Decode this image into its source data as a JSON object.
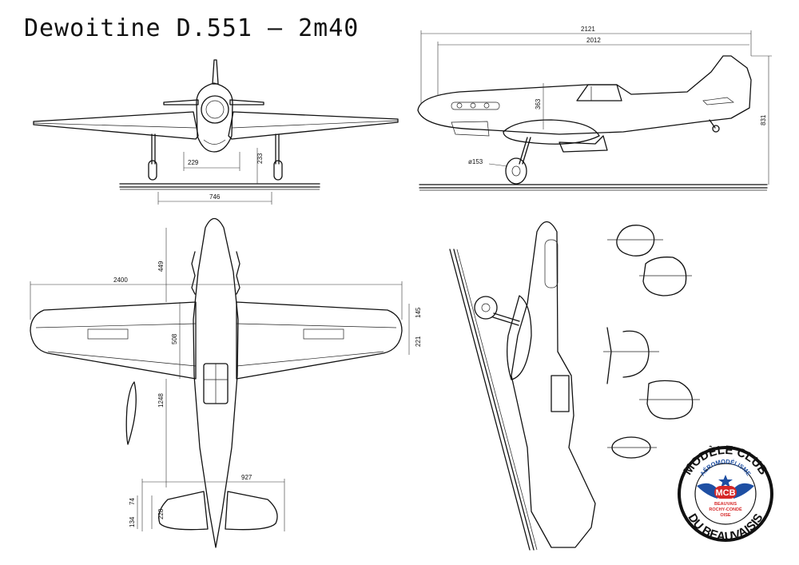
{
  "title": "Dewoitine D.551  –  2m40",
  "dimensions": {
    "front_track": "229",
    "front_gear_height": "233",
    "front_ground": "746",
    "side_length_total": "2121",
    "side_length_fuselage": "2012",
    "side_canopy_height": "363",
    "side_height": "831",
    "side_wheel": "ø153",
    "top_span": "2400",
    "top_nose": "449",
    "top_root_chord": "508",
    "top_tip_front": "145",
    "top_tip_chord": "221",
    "top_tail_dist": "1248",
    "top_tail_span": "927",
    "top_tail_chord": "228",
    "top_tail_a": "134",
    "top_tail_b": "74"
  },
  "badge": {
    "top_text": "MODÈLE CLUB",
    "arc_text": "AÉROMODÉLISME",
    "logo_text": "MCB",
    "line1": "BEAUVAIS",
    "line2": "ROCHY-CONDÉ",
    "line3": "OISE",
    "bottom_text": "DU BEAUVAISIS",
    "colors": {
      "blue": "#1e4fa3",
      "red": "#d62828",
      "black": "#111111"
    }
  }
}
